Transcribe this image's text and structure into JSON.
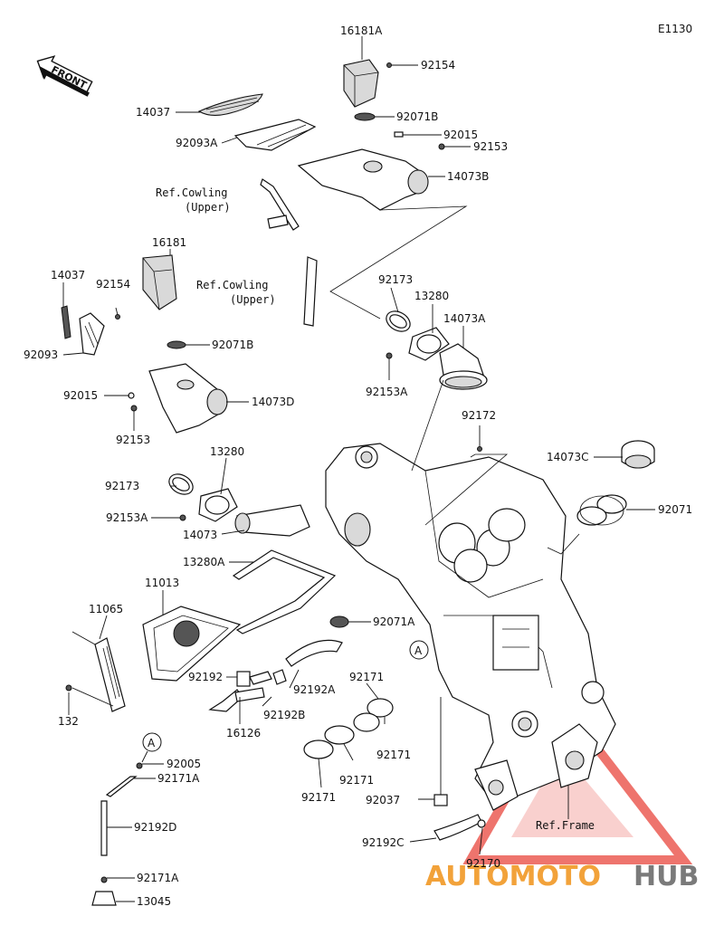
{
  "diagram_code": "E1130",
  "front_label": "FRONT",
  "watermark": {
    "brand_part1": "AUTOMOTO",
    "brand_part2": "HUB",
    "accent": "#e8453c",
    "orange": "#f2a23a",
    "gray": "#7a7a7a"
  },
  "refs": {
    "cowling_upper_1_line1": "Ref.Cowling",
    "cowling_upper_1_line2": "(Upper)",
    "cowling_upper_2_line1": "Ref.Cowling",
    "cowling_upper_2_line2": "(Upper)",
    "frame": "Ref.Frame"
  },
  "callout_letter": "A",
  "part_labels": {
    "p16181A": "16181A",
    "p92154_top": "92154",
    "p14037_top": "14037",
    "p92071B_top": "92071B",
    "p92015_top": "92015",
    "p92153_top": "92153",
    "p92093A": "92093A",
    "p14073B": "14073B",
    "p16181": "16181",
    "p14037_left": "14037",
    "p92154_left": "92154",
    "p92093": "92093",
    "p92071B_left": "92071B",
    "p92015_left": "92015",
    "p14073D": "14073D",
    "p92153_left": "92153",
    "p92173_upper": "92173",
    "p13280_upper": "13280",
    "p14073A": "14073A",
    "p92153A_upper": "92153A",
    "p92172": "92172",
    "p14073C": "14073C",
    "p92071": "92071",
    "p92173_lower": "92173",
    "p13280_lower": "13280",
    "p92153A_lower": "92153A",
    "p14073": "14073",
    "p13280A": "13280A",
    "p11013": "11013",
    "p11065": "11065",
    "p92071A": "92071A",
    "p92192": "92192",
    "p92192A": "92192A",
    "p92192B": "92192B",
    "p16126": "16126",
    "p132": "132",
    "p92171_a": "92171",
    "p92171_b": "92171",
    "p92171_c": "92171",
    "p92171_d": "92171",
    "p92005": "92005",
    "p92171A_top": "92171A",
    "p92192D": "92192D",
    "p92171A_bottom": "92171A",
    "p13045": "13045",
    "p92037": "92037",
    "p92192C": "92192C",
    "p92170": "92170"
  }
}
